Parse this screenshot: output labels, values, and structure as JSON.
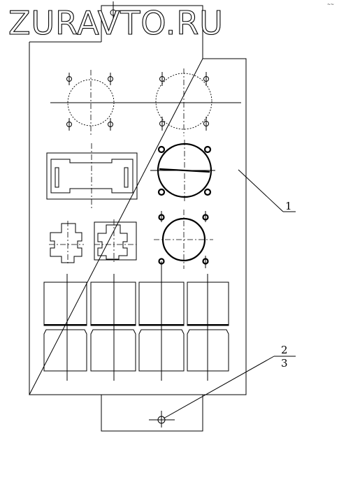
{
  "watermark": {
    "text": "ZURAVTO.RU"
  },
  "corner_mark": {
    "text": "~~"
  },
  "callouts": {
    "part_1": "1",
    "part_2": "2",
    "part_3": "3"
  }
}
